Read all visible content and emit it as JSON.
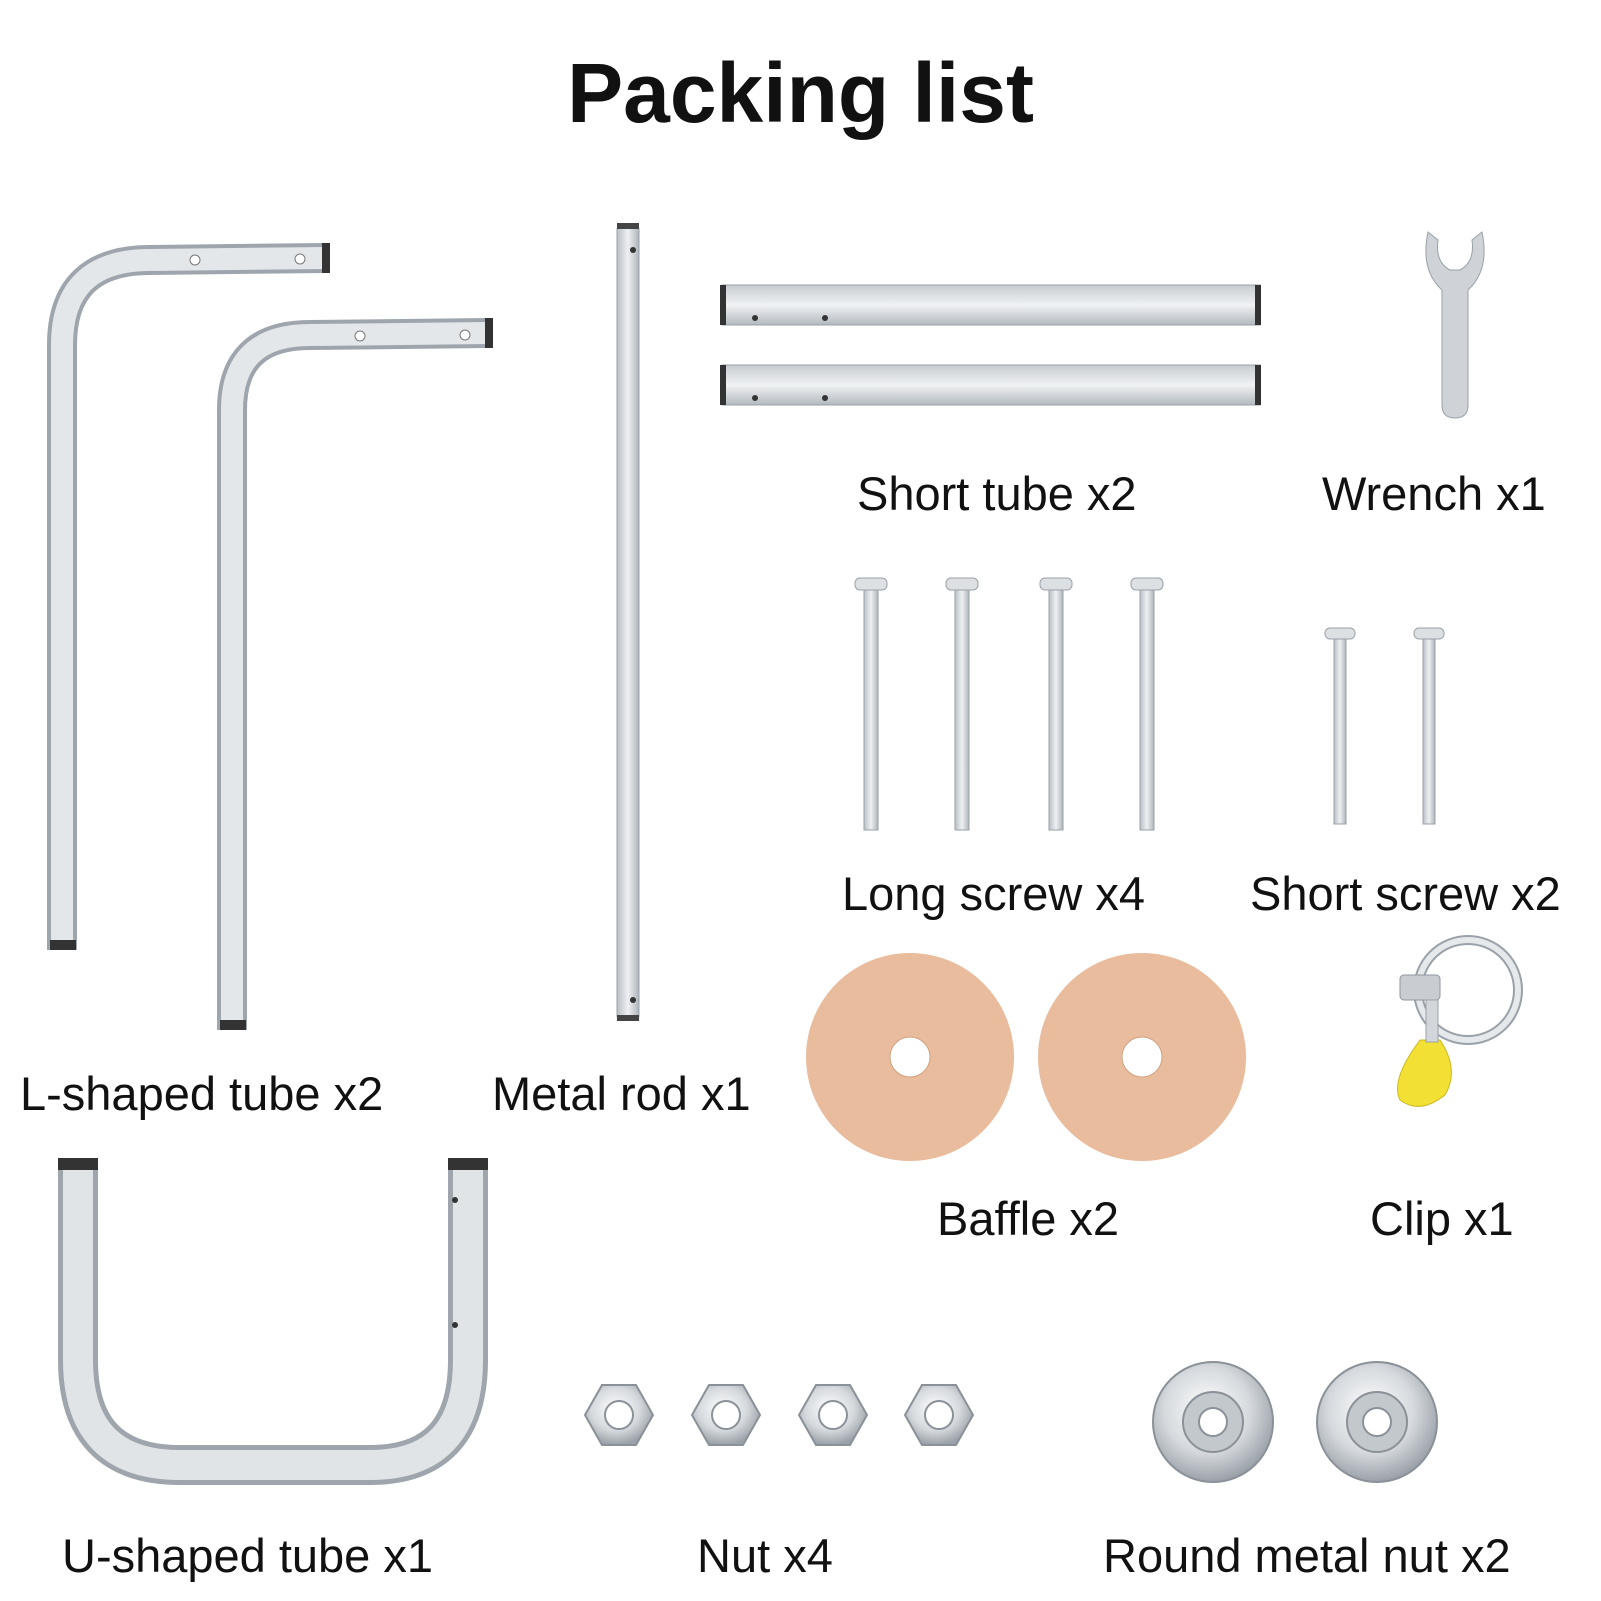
{
  "title": "Packing list",
  "items": [
    {
      "label": "L-shaped tube x2"
    },
    {
      "label": "Metal rod x1"
    },
    {
      "label": "Short tube x2"
    },
    {
      "label": "Wrench x1"
    },
    {
      "label": "Long screw x4"
    },
    {
      "label": "Short screw x2"
    },
    {
      "label": "Baffle x2"
    },
    {
      "label": "Clip x1"
    },
    {
      "label": "U-shaped tube x1"
    },
    {
      "label": "Nut x4"
    },
    {
      "label": "Round metal nut x2"
    }
  ],
  "colors": {
    "metal": "#d9dde1",
    "metal_edge": "#9aa1a8",
    "baffle": "#e8bc9c",
    "clip_handle": "#f2e034"
  }
}
